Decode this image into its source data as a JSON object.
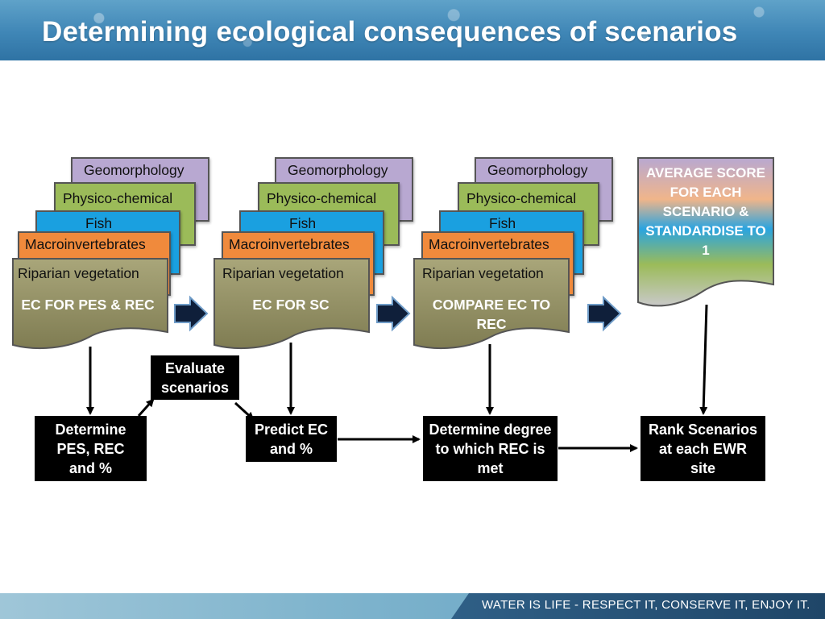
{
  "title": "Determining ecological consequences of scenarios",
  "footer": "WATER IS LIFE - RESPECT IT, CONSERVE IT, ENJOY IT.",
  "colors": {
    "header": "#3f86b6",
    "geomorphology": "#b8a8d1",
    "physico_chemical": "#9bbb59",
    "fish": "#1aa0e0",
    "macroinvertebrates": "#f08a3c",
    "riparian_doc": "#8f8c62"
  },
  "layers": {
    "geomorphology": "Geomorphology",
    "physico_chemical": "Physico-chemical",
    "fish": "Fish",
    "macroinvertebrates": "Macroinvertebrates",
    "riparian_vegetation": "Riparian vegetation"
  },
  "stacks": [
    {
      "ec_label": "EC FOR PES & REC"
    },
    {
      "ec_label": "EC FOR SC"
    },
    {
      "ec_label": "COMPARE EC TO REC"
    }
  ],
  "average_doc": "AVERAGE SCORE FOR EACH SCENARIO & STANDARDISE TO 1",
  "boxes": {
    "evaluate": "Evaluate scenarios",
    "determine_pes": "Determine PES, REC and %",
    "predict_ec": "Predict EC and %",
    "determine_degree": "Determine degree to which REC is met",
    "rank": "Rank Scenarios at each EWR site"
  }
}
